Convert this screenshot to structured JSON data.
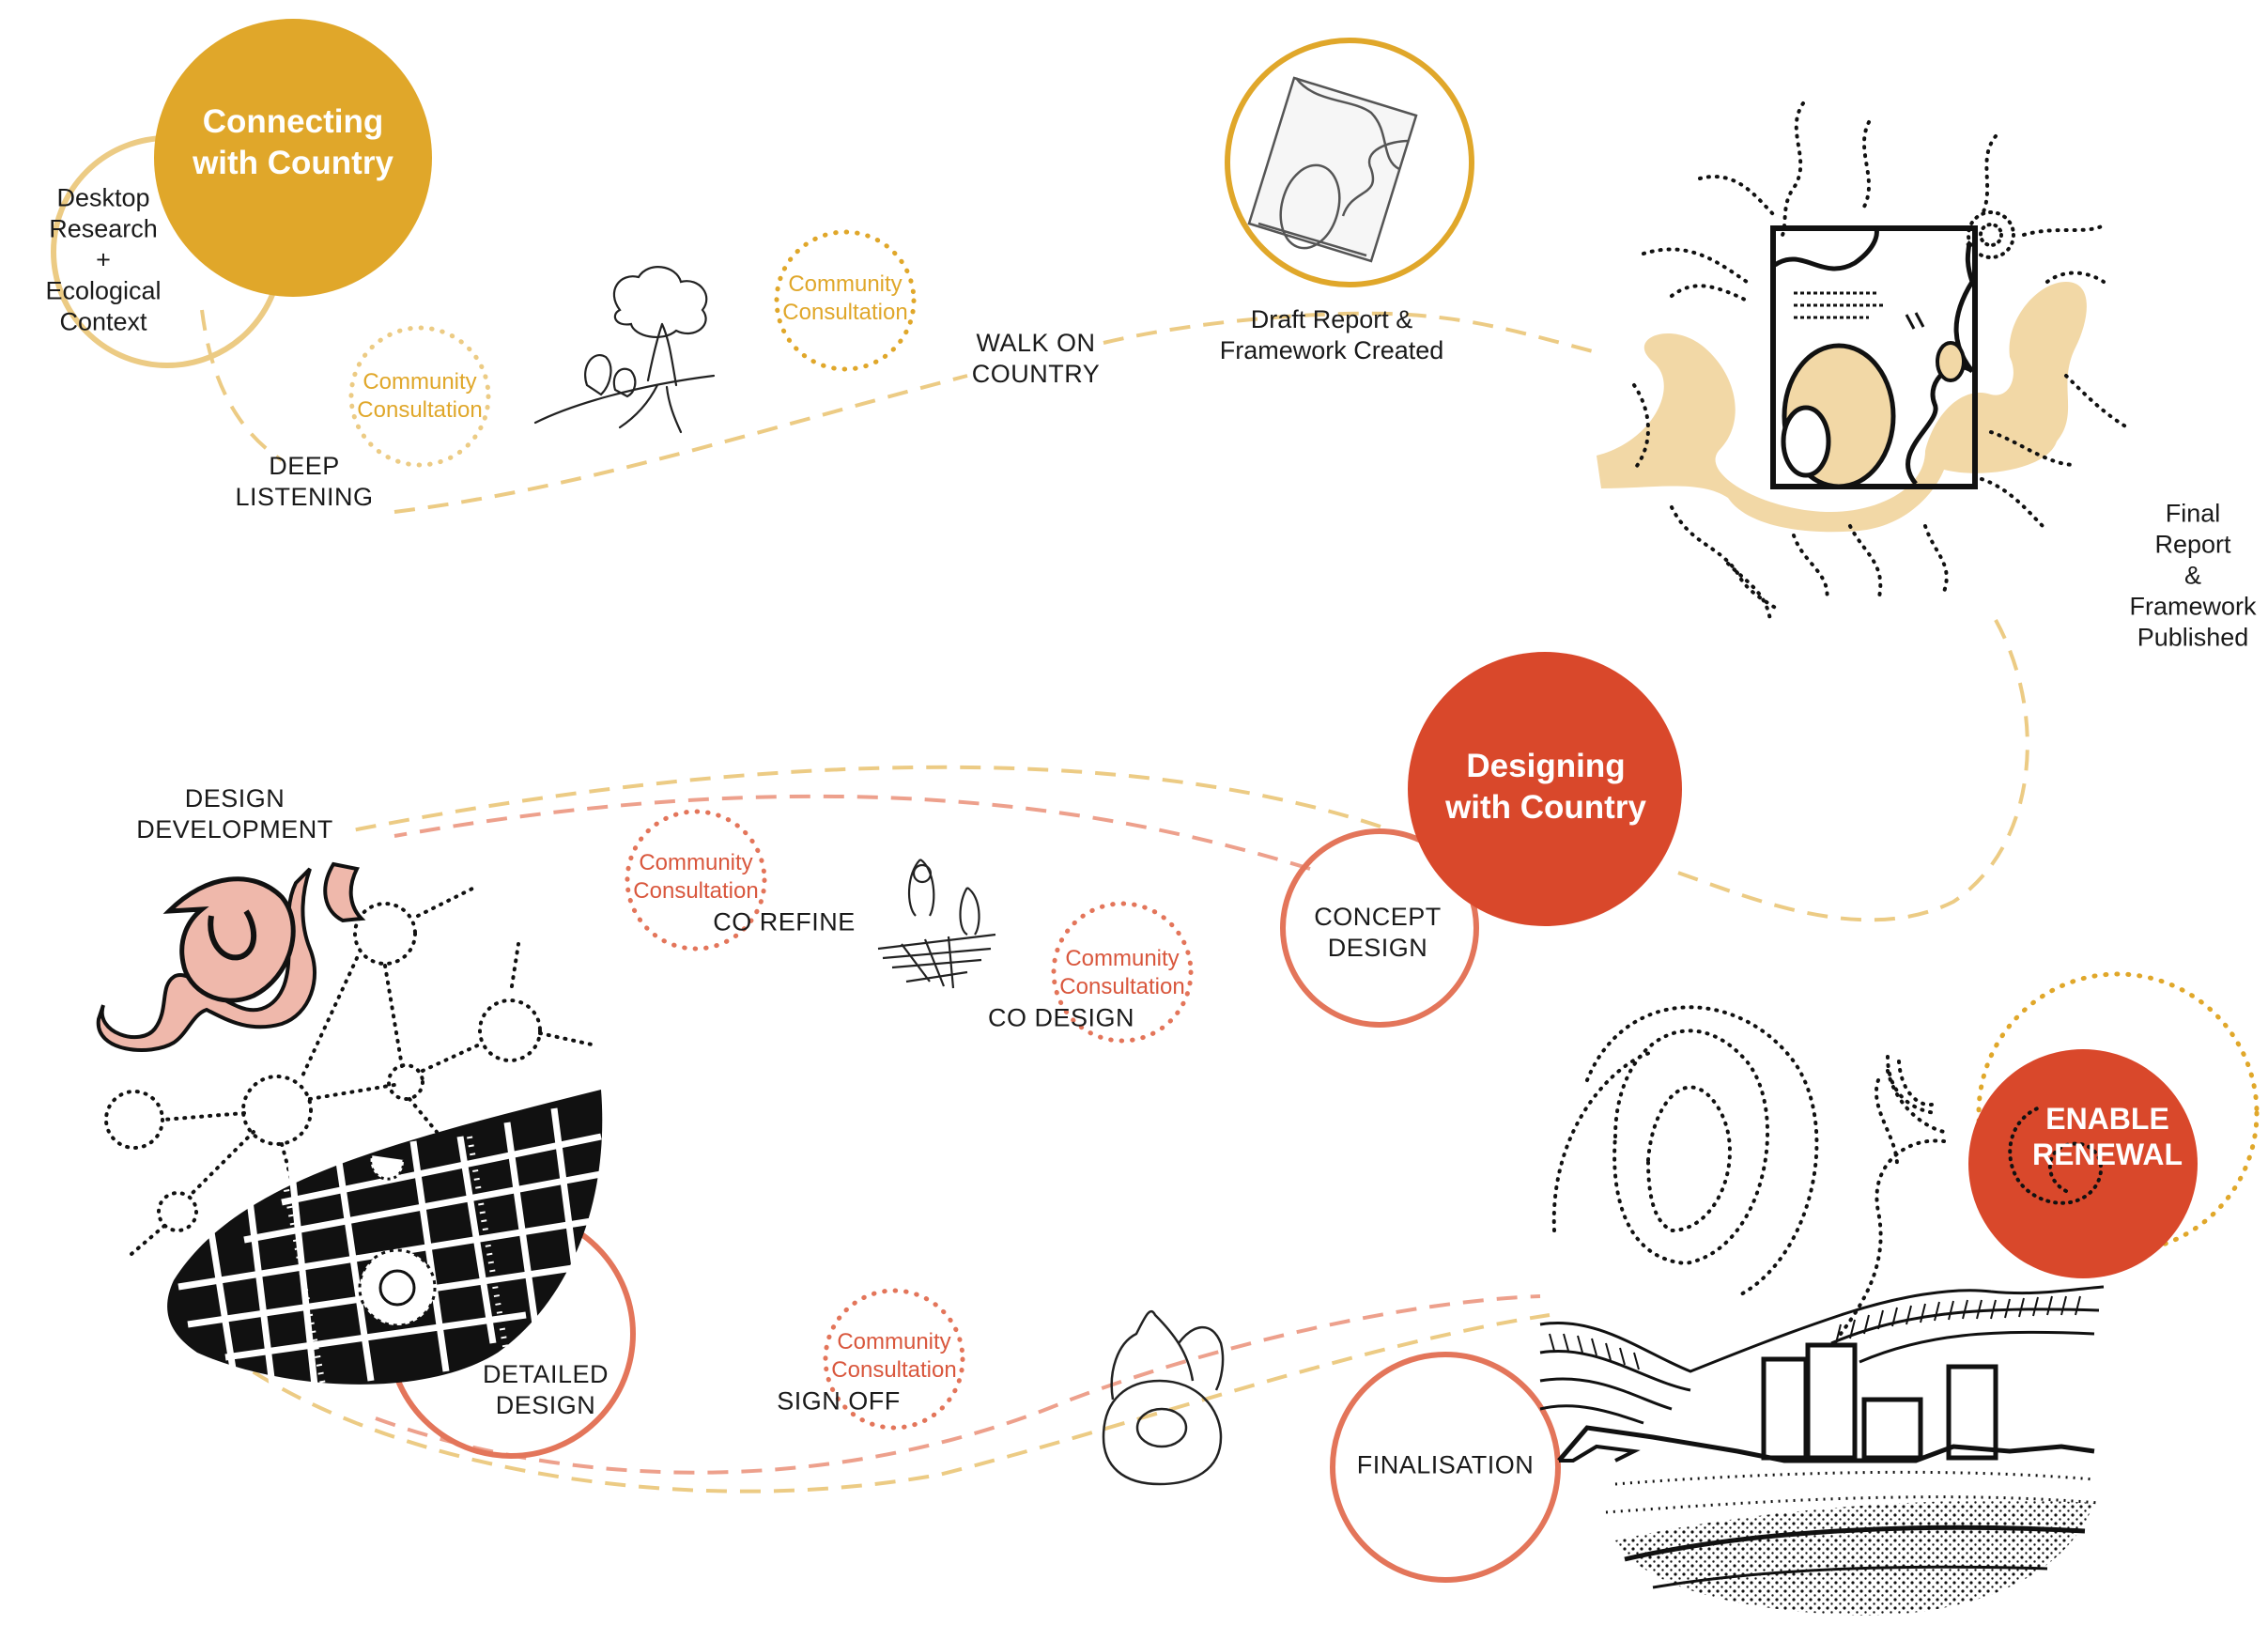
{
  "colors": {
    "gold": "#e0a72a",
    "gold_light": "#eccb84",
    "sand": "#f2d8a6",
    "orange_red": "#d9482b",
    "salmon": "#e3755a",
    "salmon_light": "#eda08c",
    "pink": "#efb8ab",
    "ink": "#111111"
  },
  "phases": {
    "connecting": "Connecting\nwith Country",
    "designing": "Designing\nwith Country",
    "renewal": "ENABLE\nRENEWAL"
  },
  "stages": {
    "desktop": "Desktop\nResearch\n+\nEcological\nContext",
    "deep_listening": "DEEP\nLISTENING",
    "walk_on_country": "WALK ON\nCOUNTRY",
    "draft_report": "Draft Report &\nFramework Created",
    "final_report": "Final Report\n& Framework\nPublished",
    "concept_design": "CONCEPT\nDESIGN",
    "design_development": "DESIGN\nDEVELOPMENT",
    "co_refine": "CO REFINE",
    "co_design": "CO DESIGN",
    "detailed_design": "DETAILED\nDESIGN",
    "sign_off": "SIGN OFF",
    "finalisation": "FINALISATION"
  },
  "community_consultation": "Community\nConsultation",
  "icons": [
    "tree-sketch-icon",
    "draft-report-icon",
    "final-report-map-icon",
    "figures-ground-icon",
    "urban-plan-icon",
    "hands-ring-icon",
    "city-landscape-icon"
  ]
}
